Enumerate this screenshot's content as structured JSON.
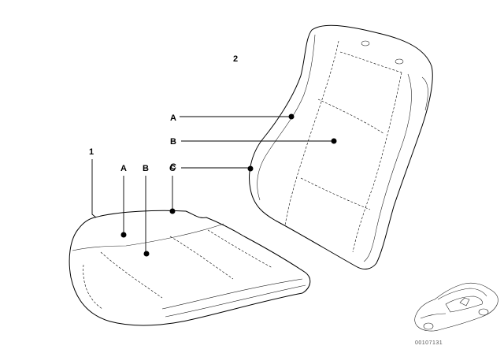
{
  "diagram": {
    "part_numbers": {
      "seat_cushion": "1",
      "backrest": "2"
    },
    "backrest_callouts": [
      {
        "letter": "A"
      },
      {
        "letter": "B"
      },
      {
        "letter": "C"
      }
    ],
    "cushion_callouts": [
      {
        "letter": "A"
      },
      {
        "letter": "B"
      },
      {
        "letter": "C"
      }
    ],
    "document_number": "00107131"
  }
}
